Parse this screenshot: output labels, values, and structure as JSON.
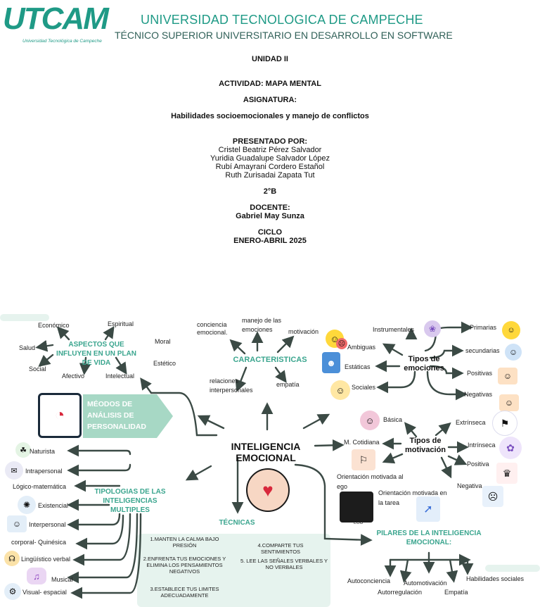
{
  "header": {
    "logo_text": "UTCAM",
    "logo_caption": "Universidad Tecnológica de Campeche",
    "university": "UNIVERSIDAD TECNOLOGICA DE CAMPECHE",
    "program": "TÉCNICO SUPERIOR UNIVERSITARIO EN DESARROLLO EN SOFTWARE"
  },
  "cover": {
    "unit": "UNIDAD II",
    "activity": "ACTIVIDAD: MAPA MENTAL",
    "subject_label": "ASIGNATURA:",
    "subject": "Habilidades socioemocionales y manejo de conflictos",
    "presented_label": "PRESENTADO POR:",
    "authors": [
      "Cristel Beatriz Pérez Salvador",
      "Yuridia Guadalupe Salvador López",
      "Rubí Amayrani Cordero Estañol",
      "Ruth Zurisadai Zapata Tut"
    ],
    "group": "2°B",
    "teacher_label": "DOCENTE:",
    "teacher": "Gabriel May Sunza",
    "cycle_label": "CICLO",
    "cycle": "ENERO-ABRIL 2025"
  },
  "map": {
    "center": "INTELIGENCIA EMOCIONAL",
    "aspectos": {
      "title": "ASPECTOS QUE INFLUYEN EN UN PLAN DE VIDA",
      "items": [
        "Económico",
        "Espiritual",
        "Salud",
        "Moral",
        "Social",
        "Afectivo",
        "Intelectual",
        "Estético"
      ]
    },
    "caracteristicas": {
      "title": "CARACTERISTICAS",
      "items": [
        "conciencia emocional.",
        "manejo de las emociones",
        "motivación",
        "relaciones interpersonales",
        "empatía"
      ]
    },
    "emociones": {
      "title": "Tipos de emociones",
      "items": [
        "Instrumentales",
        "Ambiguas",
        "Estáticas",
        "Sociales",
        "Primarias",
        "secundarias",
        "Positivas",
        "Negativas"
      ]
    },
    "metodos": {
      "title": "MÉODOS DE ANÁLISIS DE PERSONALIDAD"
    },
    "motivacion": {
      "title": "Tipos de motivación",
      "items": [
        "Básica",
        "Extrínseca",
        "M. Cotidiana",
        "Intrínseca",
        "Positiva",
        "Negativa",
        "Orientación motivada al ego",
        "Orientación motivada en la tarea"
      ],
      "ego_label": "EGO"
    },
    "tipologias": {
      "title": "TIPOLOGIAS DE LAS INTELIGENCIAS MULTIPLES",
      "items": [
        "Naturista",
        "Intrapersonal",
        "Lógico-matemática",
        "Existencial",
        "Interpersonal",
        "corporal- Quinésica",
        "Lingüístico verbal",
        "Musical",
        "Visual- espacial"
      ]
    },
    "tecnicas": {
      "title": "TÉCNICAS",
      "items": [
        "1.MANTEN LA CALMA BAJO PRESIÓN",
        "2.ENFRENTA TUS EMOCIONES Y ELIMINA  LOS PENSAMIENTOS NEGATIVOS",
        "3.ESTABLECE TUS LIMITES ADECUADAMENTE",
        "4.COMPARTE TUS SENTIMIENTOS",
        "5. LEE LAS SEÑALES VERBALES Y NO VERBALES"
      ]
    },
    "pilares": {
      "title": "PILARES DE LA INTELIGENCIA EMOCIONAL:",
      "items": [
        "Autoconciencia",
        "Autorregulación",
        "Automotivación",
        "Empatía",
        "Habilidades sociales"
      ]
    }
  },
  "colors": {
    "accent": "#3aa58e",
    "band": "#e6f3ee",
    "arrow": "#3b4a45",
    "logo": "#1f9a86"
  }
}
